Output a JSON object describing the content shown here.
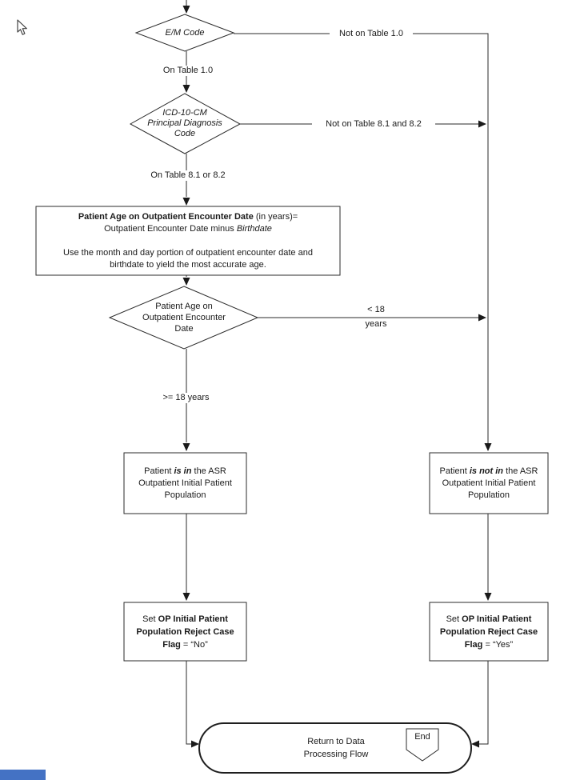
{
  "flow": {
    "decisions": {
      "em_code": {
        "label": "E/M Code"
      },
      "principal_dx": {
        "line1": "ICD-10-CM",
        "line2": "Principal Diagnosis",
        "line3": "Code"
      },
      "patient_age": {
        "line1": "Patient Age on",
        "line2": "Outpatient Encounter",
        "line3": "Date"
      }
    },
    "age_calc_box": {
      "title_bold": "Patient Age on Outpatient Encounter Date",
      "title_tail": " (in years)=",
      "formula_pre": "Outpatient Encounter Date minus ",
      "formula_italic": "Birthdate",
      "note1": "Use the month and day portion of outpatient encounter date and",
      "note2": "birthdate to yield the most accurate age."
    },
    "population_in_box": {
      "pre": "Patient ",
      "emphasis": "is in",
      "post": " the ASR",
      "line2": "Outpatient Initial Patient",
      "line3": "Population"
    },
    "population_not_in_box": {
      "pre": "Patient ",
      "emphasis": "is not in",
      "post": " the ASR",
      "line2": "Outpatient Initial Patient",
      "line3": "Population"
    },
    "set_flag_no_box": {
      "pre": "Set ",
      "bold1": "OP Initial Patient",
      "bold2": "Population Reject Case",
      "bold3": "Flag",
      "tail": " = “No”"
    },
    "set_flag_yes_box": {
      "pre": "Set ",
      "bold1": "OP Initial Patient",
      "bold2": "Population Reject Case",
      "bold3": "Flag",
      "tail": " = “Yes”"
    },
    "terminator": {
      "line1": "Return to Data",
      "line2": "Processing Flow",
      "marker": "End"
    },
    "edge_labels": {
      "not_on_table_1": "Not on Table 1.0",
      "on_table_1": "On Table 1.0",
      "not_on_table_8": "Not on Table 8.1 and 8.2",
      "on_table_8": "On Table 8.1 or 8.2",
      "under_18_line1": "< 18",
      "under_18_line2": "years",
      "at_least_18": ">= 18 years"
    }
  },
  "colors": {
    "line": "#2b2b2b",
    "accent_fragment": "#4472c4"
  }
}
